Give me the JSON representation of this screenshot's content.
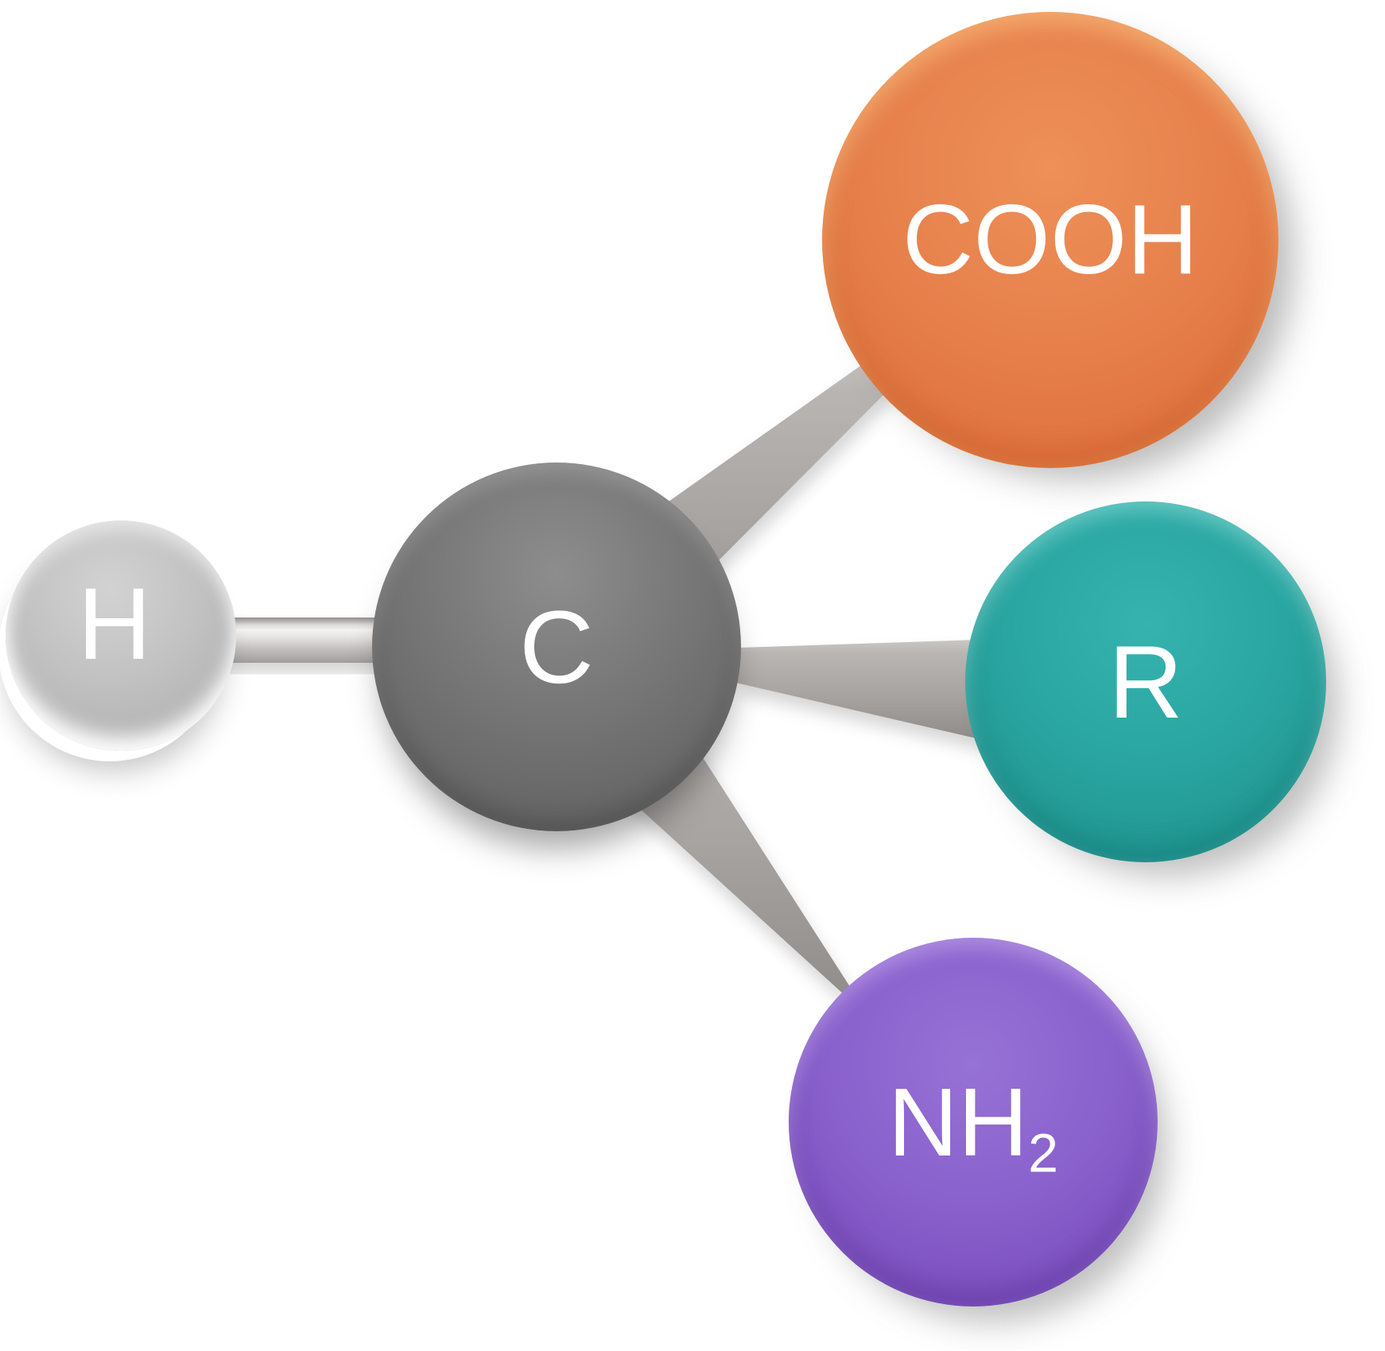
{
  "figure": {
    "type": "molecule-structure-diagram",
    "background_color": "#ffffff",
    "label_color": "#ffffff",
    "bond_color": "#a8a4a1",
    "nodes": {
      "carbon": {
        "label": "C",
        "color": "#6f6e6e"
      },
      "hydrogen": {
        "label": "H",
        "color": "#bdbcbc"
      },
      "carboxyl": {
        "label": "COOH",
        "color": "#e7814c"
      },
      "r_group": {
        "label": "R",
        "color": "#2aa6a2"
      },
      "amino": {
        "label": "NH",
        "subscript": "2",
        "color": "#8a61cd"
      }
    },
    "bonds": [
      {
        "from": "C",
        "to": "H"
      },
      {
        "from": "C",
        "to": "COOH"
      },
      {
        "from": "C",
        "to": "R"
      },
      {
        "from": "C",
        "to": "NH2"
      }
    ]
  }
}
